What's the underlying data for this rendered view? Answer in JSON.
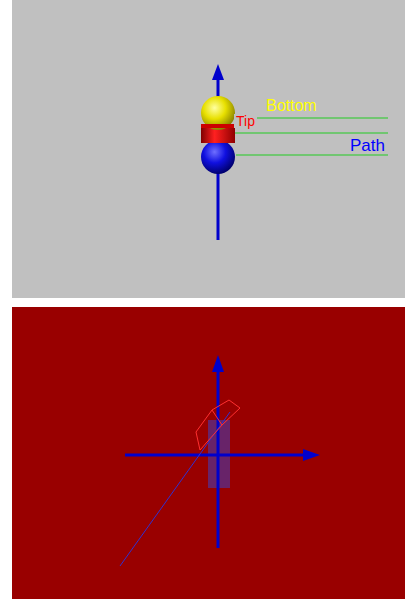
{
  "diagram": {
    "labels": [
      "Bottom",
      "Tip",
      "Path"
    ]
  }
}
